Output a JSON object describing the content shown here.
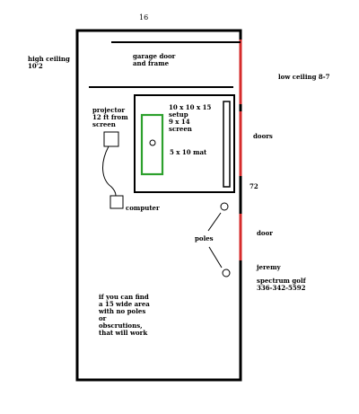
{
  "labels": {
    "width_dim": "16",
    "garage": "garage door\nand frame",
    "high_ceiling": "high ceiling\n10'2",
    "low_ceiling": "low ceiling 8-7",
    "projector": "projector\n12 ft from\nscreen",
    "setup": "10 x 10 x 15\nsetup\n9 x 14\nscreen",
    "mat": "5 x 10 mat",
    "doors": "doors",
    "dim_72": "72",
    "computer": "computer",
    "door": "door",
    "poles": "poles",
    "contact_name": "jeremy",
    "contact_company": "spectrum golf\n336-342-5592",
    "note": "if you can find\na 15 wide area\nwith no poles\nor\nobscrutions,\nthat will work"
  },
  "colors": {
    "outline": "#000000",
    "doors": "#d52b2b",
    "mat": "#2ca02c",
    "background": "#ffffff"
  }
}
